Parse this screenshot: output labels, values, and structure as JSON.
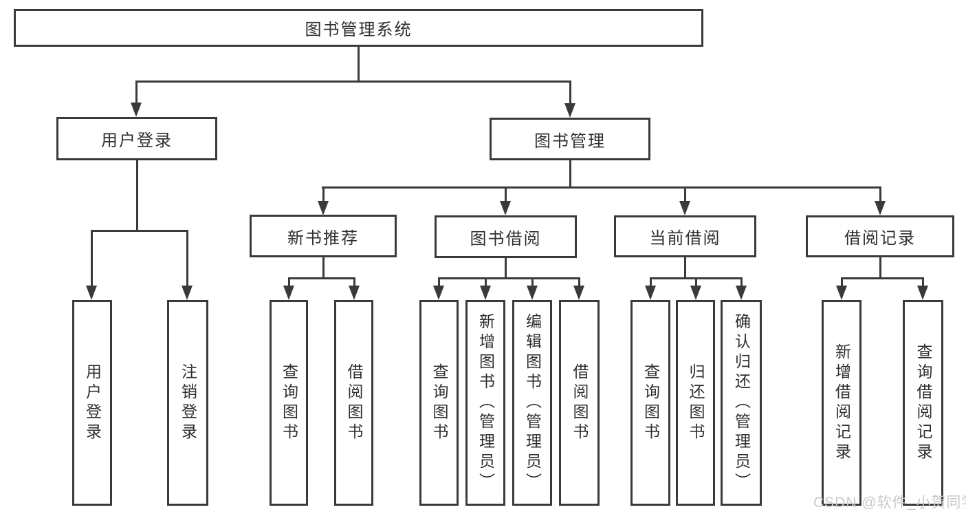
{
  "diagram": {
    "title": "图书管理系统",
    "branches": [
      {
        "label": "用户登录",
        "children": [
          "用户登录",
          "注销登录"
        ]
      },
      {
        "label": "图书管理",
        "sections": [
          {
            "label": "新书推荐",
            "children": [
              "查询图书",
              "借阅图书"
            ]
          },
          {
            "label": "图书借阅",
            "children": [
              "查询图书",
              "新增图书（管理员）",
              "编辑图书（管理员）",
              "借阅图书"
            ]
          },
          {
            "label": "当前借阅",
            "children": [
              "查询图书",
              "归还图书",
              "确认归还（管理员）"
            ]
          },
          {
            "label": "借阅记录",
            "children": [
              "新增借阅记录",
              "查询借阅记录"
            ]
          }
        ]
      }
    ]
  },
  "watermark": {
    "text": "CSDN @软件_小贺同学"
  },
  "colors": {
    "line": "#3a3a3a",
    "text": "#2f2f2f",
    "watermark": "#c9c9c9",
    "background": "#ffffff"
  }
}
